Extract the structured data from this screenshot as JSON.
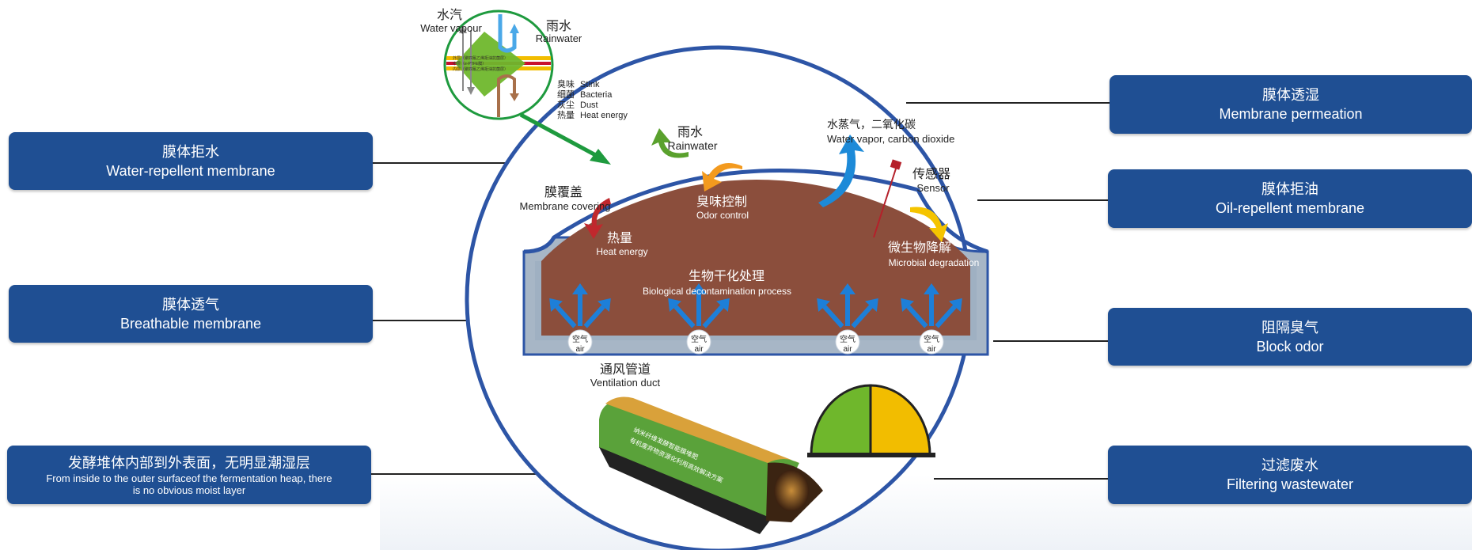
{
  "left_labels": [
    {
      "cn": "膜体拒水",
      "en": "Water-repellent membrane"
    },
    {
      "cn": "膜体透气",
      "en": "Breathable membrane"
    },
    {
      "cn": "发酵堆体内部到外表面，无明显潮湿层",
      "en": "From inside to the outer surfaceof the fermentation heap, there is no obvious moist layer"
    }
  ],
  "right_labels": [
    {
      "cn": "膜体透湿",
      "en": "Membrane permeation"
    },
    {
      "cn": "膜体拒油",
      "en": "Oil-repellent membrane"
    },
    {
      "cn": "阻隔臭气",
      "en": "Block odor"
    },
    {
      "cn": "过滤废水",
      "en": "Filtering wastewater"
    }
  ],
  "inset": {
    "water_vapour": {
      "cn": "水汽",
      "en": "Water vapour"
    },
    "rainwater": {
      "cn": "雨水",
      "en": "Rainwater"
    },
    "layers": [
      "外层（聚四氟乙烯拒油抗菌层）",
      "中层（e-PTFE膜）",
      "内层（聚四氟乙烯拒油抗菌层）"
    ],
    "emissions": [
      {
        "cn": "臭味",
        "en": "Stink"
      },
      {
        "cn": "细菌",
        "en": "Bacteria"
      },
      {
        "cn": "灰尘",
        "en": "Dust"
      },
      {
        "cn": "热量",
        "en": "Heat energy"
      }
    ]
  },
  "diagram": {
    "rainwater": {
      "cn": "雨水",
      "en": "Rainwater"
    },
    "vapor_co2": {
      "cn": "水蒸气，二氧化碳",
      "en": "Water vapor, carbon dioxide"
    },
    "membrane_covering": {
      "cn": "膜覆盖",
      "en": "Membrane covering"
    },
    "odor_control": {
      "cn": "臭味控制",
      "en": "Odor control"
    },
    "sensor": {
      "cn": "传感器",
      "en": "Sensor"
    },
    "heat_energy": {
      "cn": "热量",
      "en": "Heat energy"
    },
    "microbial": {
      "cn": "微生物降解",
      "en": "Microbial degradation"
    },
    "process": {
      "cn": "生物干化处理",
      "en": "Biological decontamination process"
    },
    "air": {
      "cn": "空气",
      "en": "air"
    },
    "duct": {
      "cn": "通风管道",
      "en": "Ventilation duct"
    },
    "heap_text": [
      "纳米纤维发酵智能膜堆肥",
      "有机废弃物资源化利用高效解决方案"
    ]
  },
  "colors": {
    "box_blue": "#1f4f93",
    "heap_brown": "#8b4e3c",
    "circle_blue": "#2d55a6",
    "green": "#6fb72c",
    "yellow": "#f2bd00"
  }
}
